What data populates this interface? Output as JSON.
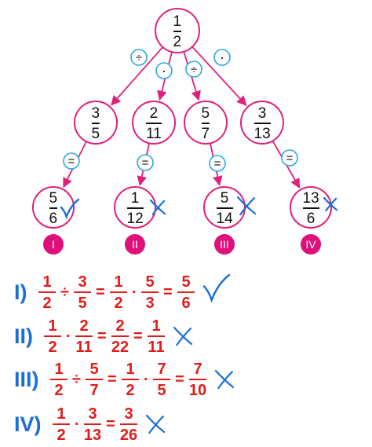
{
  "root": {
    "num": "1",
    "den": "2"
  },
  "branches": [
    {
      "op": "÷",
      "node": {
        "num": "3",
        "den": "5"
      },
      "result": {
        "num": "5",
        "den": "6"
      },
      "badge": "I",
      "mark": "check"
    },
    {
      "op": ".",
      "node": {
        "num": "2",
        "den": "11"
      },
      "result": {
        "num": "1",
        "den": "12"
      },
      "badge": "II",
      "mark": "cross"
    },
    {
      "op": "÷",
      "node": {
        "num": "5",
        "den": "7"
      },
      "result": {
        "num": "5",
        "den": "14"
      },
      "badge": "III",
      "mark": "cross"
    },
    {
      "op": ".",
      "node": {
        "num": "3",
        "den": "13"
      },
      "result": {
        "num": "13",
        "den": "6"
      },
      "badge": "IV",
      "mark": "cross"
    }
  ],
  "equals_symbol": "=",
  "solutions": [
    {
      "label": "I)",
      "items": [
        [
          "1",
          "2"
        ],
        "÷",
        [
          "3",
          "5"
        ],
        "=",
        [
          "1",
          "2"
        ],
        ".",
        [
          "5",
          "3"
        ],
        "=",
        [
          "5",
          "6"
        ]
      ],
      "mark": "check"
    },
    {
      "label": "II)",
      "items": [
        [
          "1",
          "2"
        ],
        ".",
        [
          "2",
          "11"
        ],
        "=",
        [
          "2",
          "22"
        ],
        "=",
        [
          "1",
          "11"
        ]
      ],
      "mark": "cross"
    },
    {
      "label": "III)",
      "items": [
        [
          "1",
          "2"
        ],
        "÷",
        [
          "5",
          "7"
        ],
        "=",
        [
          "1",
          "2"
        ],
        ".",
        [
          "7",
          "5"
        ],
        "=",
        [
          "7",
          "10"
        ]
      ],
      "mark": "cross"
    },
    {
      "label": "IV)",
      "items": [
        [
          "1",
          "2"
        ],
        ".",
        [
          "3",
          "13"
        ],
        "=",
        [
          "3",
          "26"
        ]
      ],
      "mark": "cross"
    }
  ],
  "colors": {
    "arrow": "#e0207a",
    "operator_circle": "#2aa8e0",
    "badge": "#e0107a",
    "mark": "#1a6fd6",
    "solution_text": "#e21b1b",
    "label": "#1a6fd6"
  }
}
